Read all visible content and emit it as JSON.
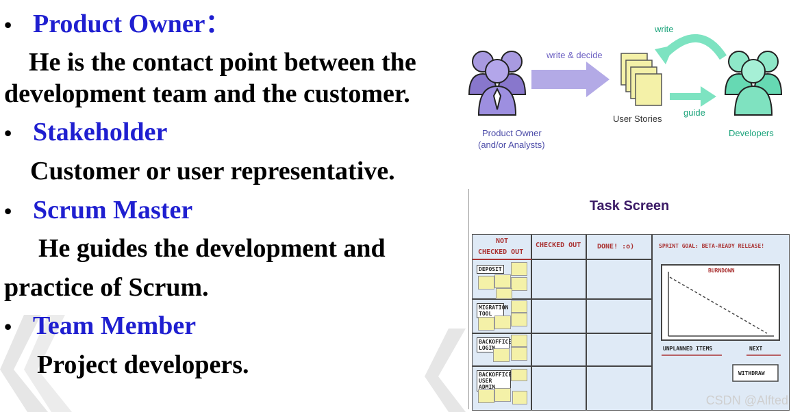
{
  "slide": {
    "items": [
      {
        "role": "Product Owner：",
        "desc_lines": [
          "He is the contact point between the",
          "development team and the customer."
        ]
      },
      {
        "role": "Stakeholder",
        "desc_lines": [
          "Customer or user representative."
        ]
      },
      {
        "role": "Scrum Master",
        "desc_lines": [
          "He guides the development and",
          "practice of Scrum."
        ]
      },
      {
        "role": "Team Member",
        "desc_lines": [
          "Project developers."
        ]
      }
    ],
    "bullet_char": "•"
  },
  "diagram": {
    "write_decide": "write & decide",
    "write": "write",
    "guide": "guide",
    "user_stories": "User Stories",
    "product_owner": "Product Owner",
    "product_owner_sub": "(and/or Analysts)",
    "developers": "Developers",
    "colors": {
      "purple": "#8877cc",
      "teal": "#66d9b3",
      "arrow_purple": "#b3aae6",
      "arrow_teal": "#7de3c1",
      "note": "#f4f1a8"
    }
  },
  "task_screen": {
    "title": "Task Screen",
    "columns": [
      "NOT CHECKED OUT",
      "CHECKED OUT",
      "DONE! :o)",
      "SPRINT GOAL: BETA-READY RELEASE!"
    ],
    "col0_line1": "NOT",
    "col0_line2": "CHECKED OUT",
    "rows": [
      "DEPOSIT",
      "MIGRATION TOOL",
      "BACKOFFICE LOGIN",
      "BACKOFFICE USER ADMIN"
    ],
    "burndown": "BURNDOWN",
    "unplanned": "UNPLANNED ITEMS",
    "next": "NEXT",
    "withdraw": "WITHDRAW"
  },
  "watermark": "CSDN @Alfted"
}
